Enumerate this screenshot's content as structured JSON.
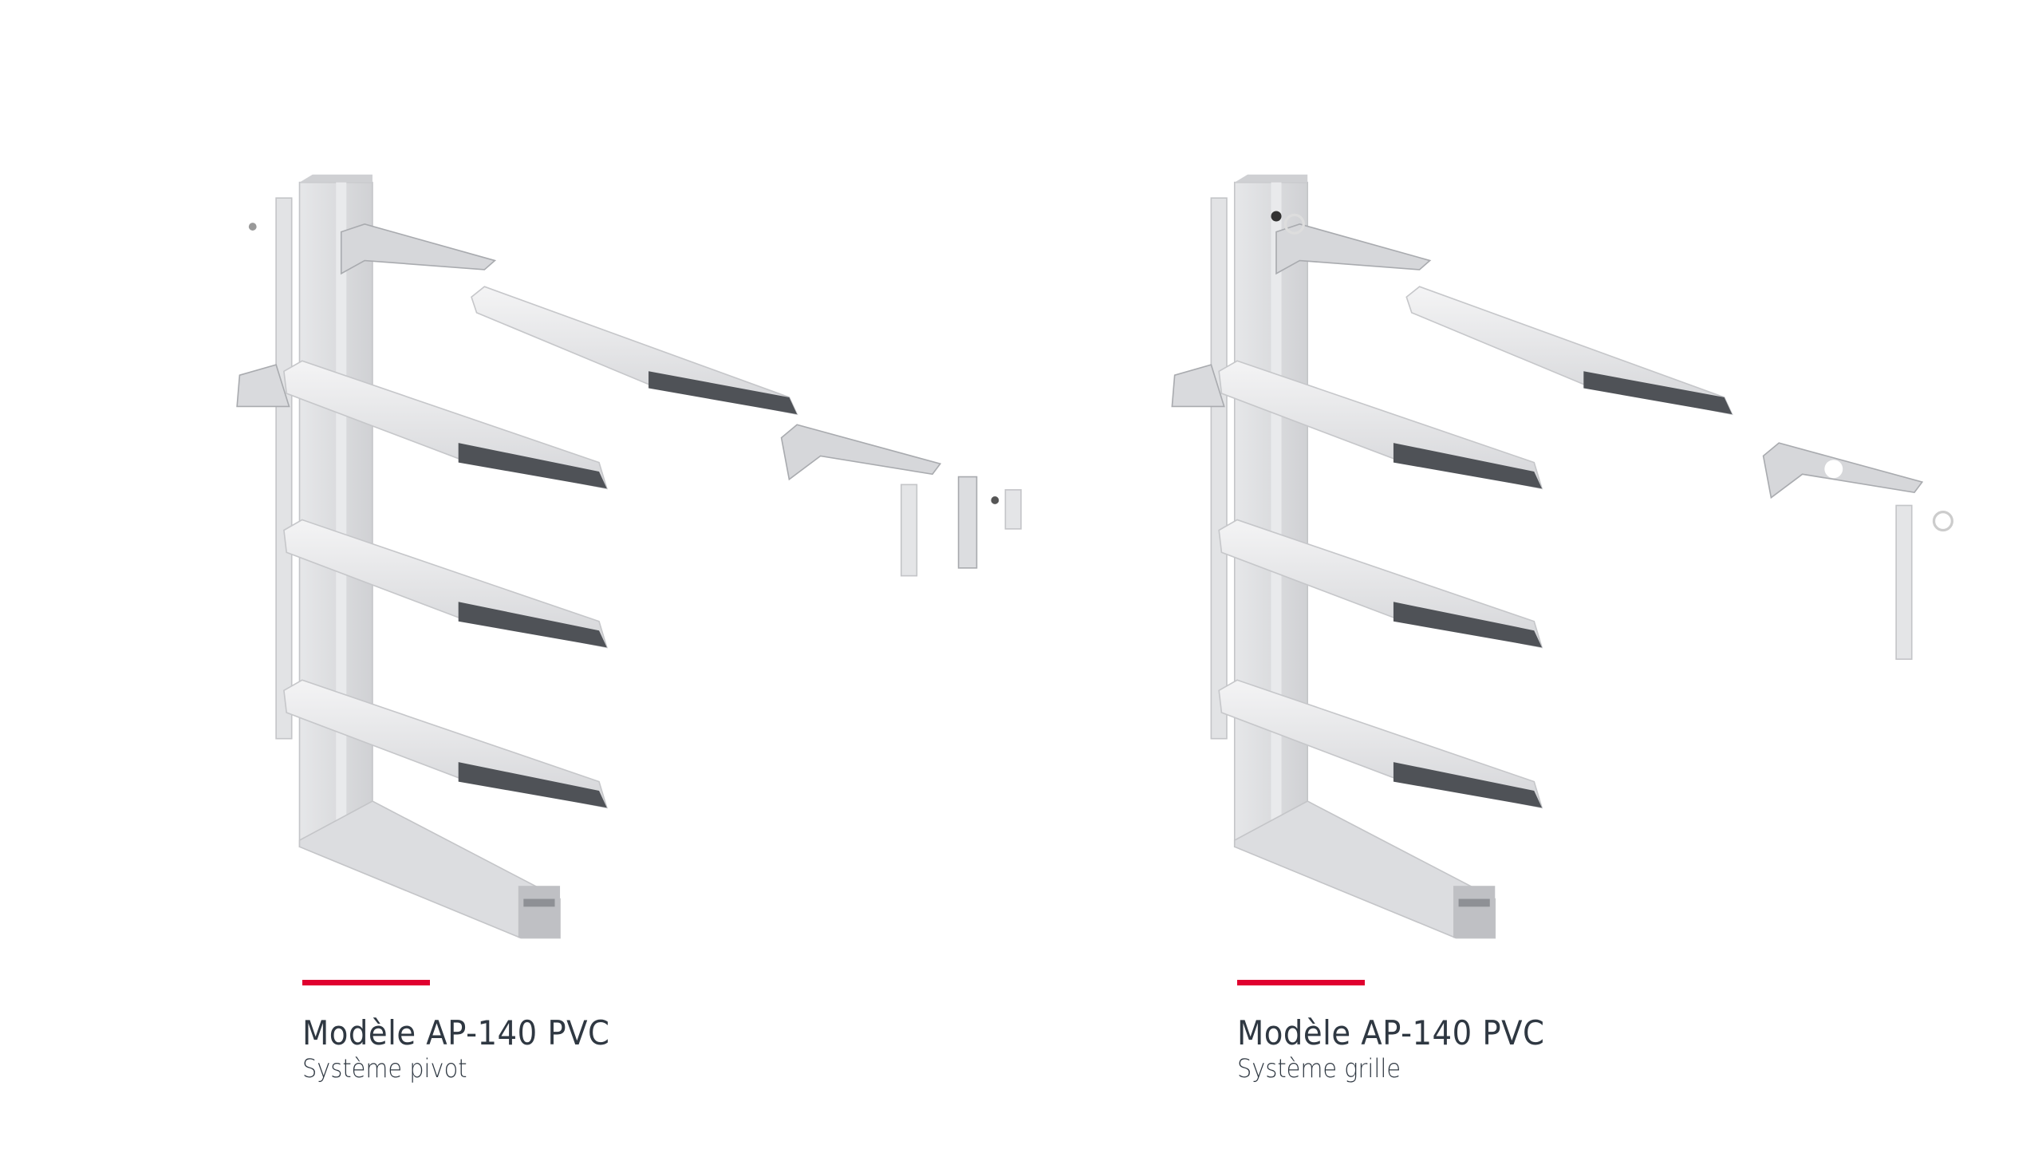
{
  "accent_color": "#e0002f",
  "products": [
    {
      "title": "Modèle AP-140 PVC",
      "subtitle": "Système pivot"
    },
    {
      "title": "Modèle AP-140 PVC",
      "subtitle": "Système grille"
    }
  ]
}
